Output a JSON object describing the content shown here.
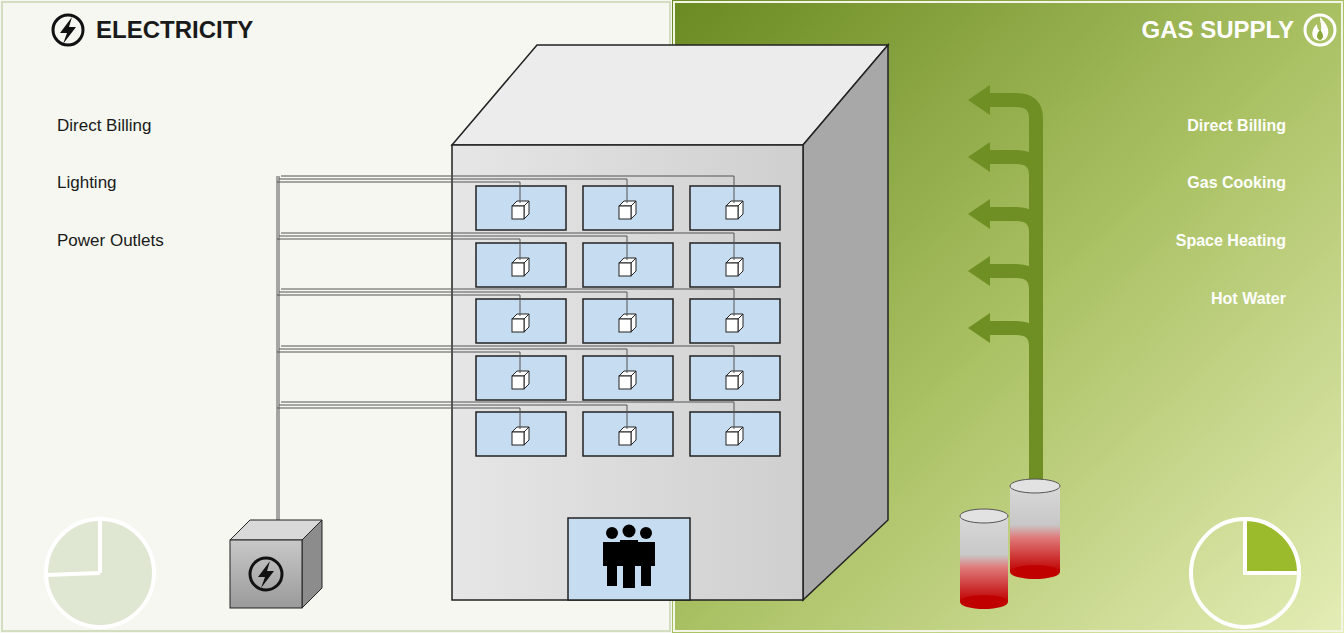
{
  "diagram": {
    "nodes": [
      {
        "text": [
          "ELECTRICITY",
          "Direct Billing",
          "Lighting",
          "Power Outlets"
        ]
      },
      {
        "text": [
          "GAS SUPPLY",
          "Direct Billing",
          "Gas Cooking",
          "Space Heating",
          "Hot Water"
        ]
      }
    ]
  }
}
